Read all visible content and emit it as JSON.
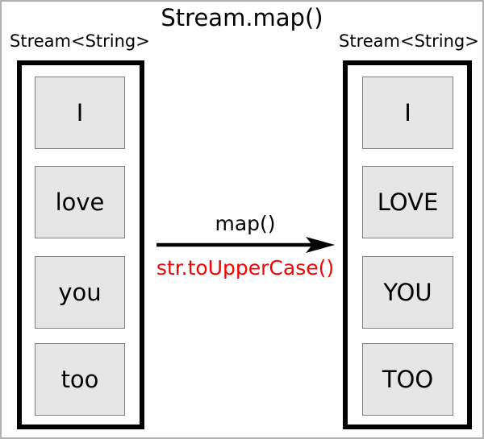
{
  "diagram": {
    "title": "Stream.map()",
    "left_stream": {
      "label": "Stream<String>",
      "items": [
        "I",
        "love",
        "you",
        "too"
      ]
    },
    "right_stream": {
      "label": "Stream<String>",
      "items": [
        "I",
        "LOVE",
        "YOU",
        "TOO"
      ]
    },
    "transform": {
      "operation": "map()",
      "function": "str.toUpperCase()"
    },
    "colors": {
      "function_text": "#ff0000",
      "box_fill": "#e6e6e6",
      "box_border": "#808080",
      "container_border": "#000000",
      "page_border": "#b0b0b0"
    }
  }
}
